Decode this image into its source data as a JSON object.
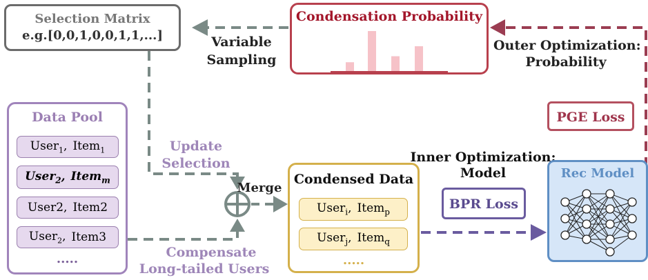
{
  "selection_matrix": {
    "title": "Selection Matrix",
    "value": "e.g.[0,0,1,0,0,1,1,...]"
  },
  "condensation": {
    "title": "Condensation Probability",
    "bars": [
      0.22,
      1.0,
      0.37,
      0.62
    ]
  },
  "variable_sampling": {
    "line1": "Variable",
    "line2": "Sampling"
  },
  "outer_opt": {
    "line1": "Outer Optimization:",
    "line2": "Probability"
  },
  "pge_loss": "PGE Loss",
  "data_pool": {
    "title": "Data Pool",
    "rows": [
      {
        "user": "User",
        "user_sub": "1",
        "item": "Item",
        "item_sub": "1"
      },
      {
        "user": "User",
        "user_sub": "2",
        "item": "Item",
        "item_sub": "m"
      },
      {
        "user": "User",
        "user_sub": "2",
        "item": "Item",
        "item_sub": "2"
      },
      {
        "user": "User",
        "user_sub": "2",
        "item": "Item",
        "item_sub": "3"
      }
    ],
    "ellipsis": "....."
  },
  "update_selection": {
    "line1": "Update",
    "line2": "Selection"
  },
  "merge": "Merge",
  "compensate": {
    "line1": "Compensate",
    "line2": "Long-tailed Users"
  },
  "condensed": {
    "title": "Condensed  Data",
    "rows": [
      {
        "user": "User",
        "user_sub": "i",
        "item": "Item",
        "item_sub": "p"
      },
      {
        "user": "User",
        "user_sub": "j",
        "item": "Item",
        "item_sub": "q"
      }
    ],
    "ellipsis": "....."
  },
  "inner_opt": {
    "line1": "Inner Optimization:",
    "line2": "Model"
  },
  "bpr_loss": "BPR Loss",
  "rec_model": "Rec Model",
  "colors": {
    "gray": "#7a8a86",
    "maroon": "#9b3d52",
    "purple": "#6a5b9f",
    "lavender": "#9e86b8",
    "gold": "#d4b04b",
    "blue": "#5f8fc4"
  }
}
